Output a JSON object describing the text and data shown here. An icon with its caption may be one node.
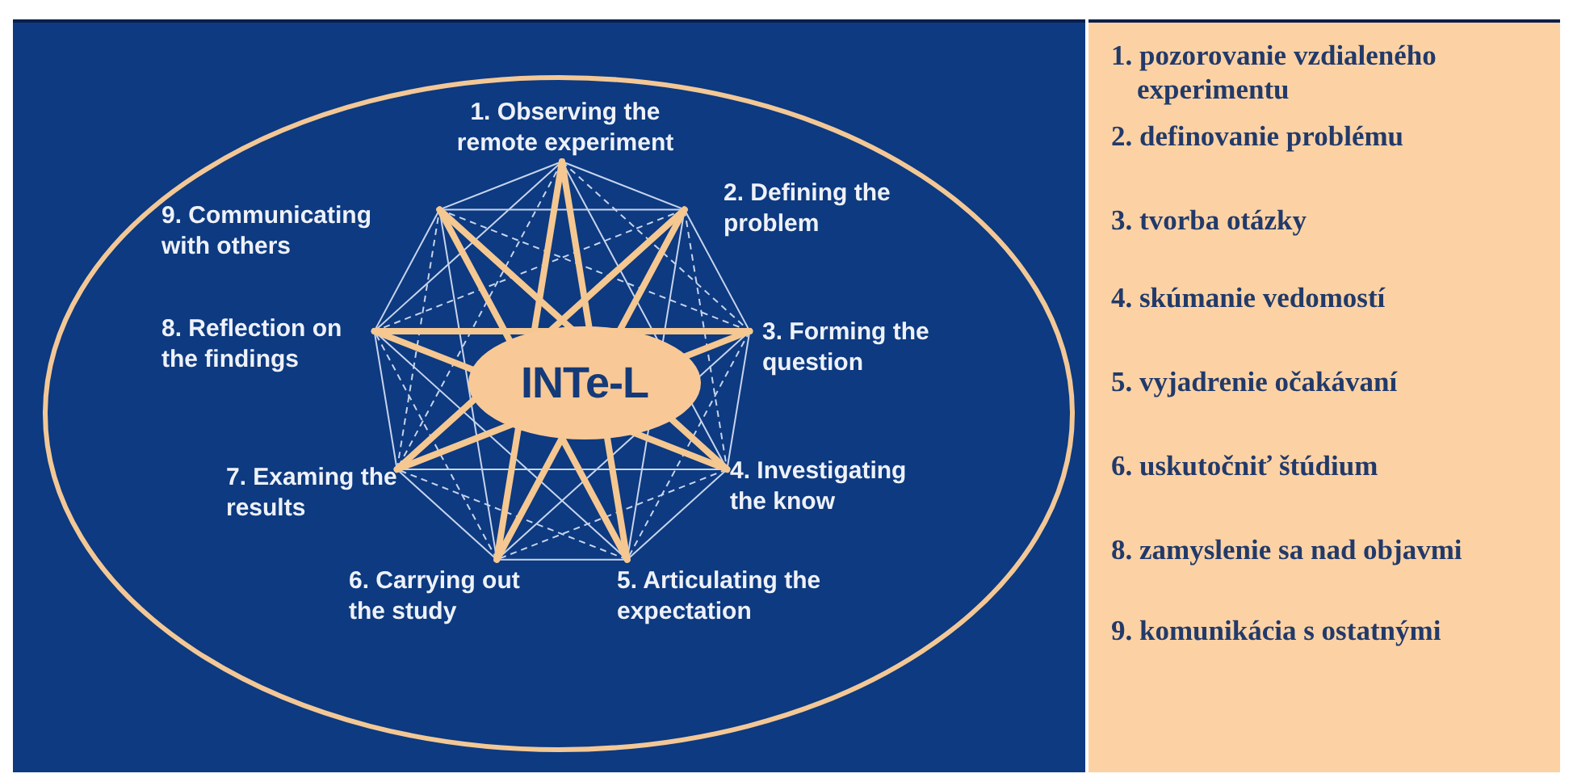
{
  "diagram": {
    "nodes": [
      {
        "text": [],
        "shape": "ellipse"
      },
      {
        "text": [
          "INTe-L"
        ],
        "in": 0
      }
    ],
    "edges": [],
    "labels": [
      "1. Observing the remote experiment",
      "2. Defining the problem",
      "3. Forming the question",
      "4. Investigating the know",
      "5. Articulating the expectation",
      "6. Carrying out the study",
      "7. Examing the results",
      "8. Reflection on the findings",
      "9. Communicating with others",
      "1. pozorovanie vzdialeného experimentu",
      "2. definovanie problému",
      "3. tvorba otázky",
      "4. skúmanie vedomostí",
      "5. vyjadrenie očakávaní",
      "6. uskutočniť štúdium",
      "8. zamyslenie sa nad objavmi",
      "9. komunikácia s ostatnými"
    ]
  }
}
